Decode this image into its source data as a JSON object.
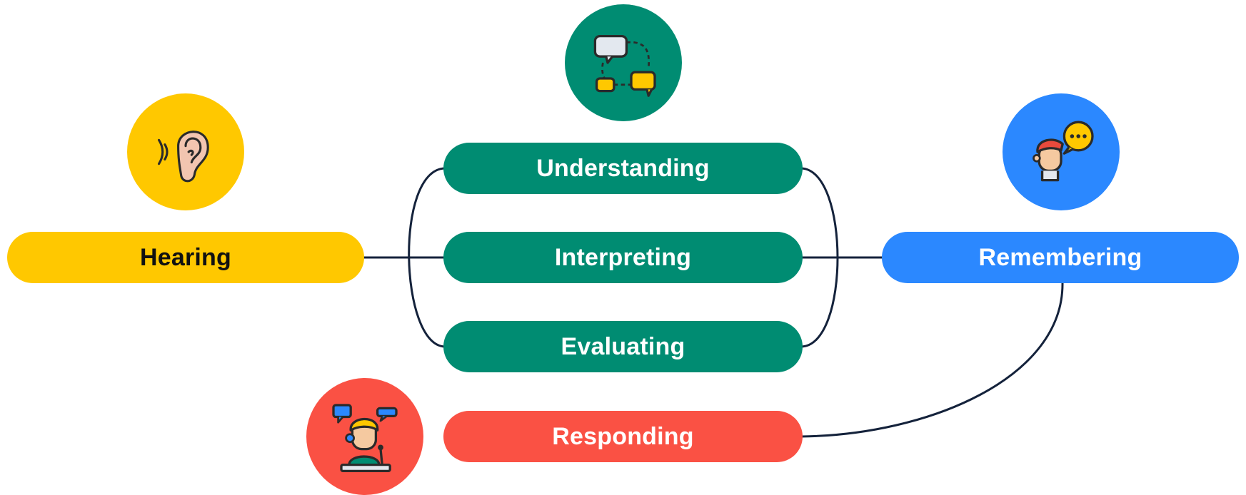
{
  "colors": {
    "yellow": "#FFC800",
    "teal": "#008C72",
    "blue": "#2B88FF",
    "red": "#FA5144",
    "connector": "#14223B",
    "text_dark": "#111111",
    "text_light": "#FFFFFF"
  },
  "stages": {
    "hearing": {
      "label": "Hearing",
      "icon": "ear-icon"
    },
    "understanding": {
      "label": "Understanding",
      "icon": "chat-flow-icon"
    },
    "interpreting": {
      "label": "Interpreting"
    },
    "evaluating": {
      "label": "Evaluating"
    },
    "remembering": {
      "label": "Remembering",
      "icon": "person-speech-icon"
    },
    "responding": {
      "label": "Responding",
      "icon": "speaker-podium-icon"
    }
  }
}
